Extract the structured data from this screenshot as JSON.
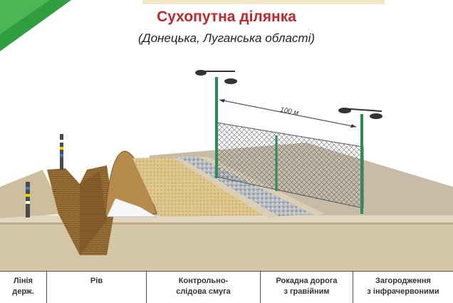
{
  "header": {
    "title": "Сухопутна ділянка",
    "subtitle": "(Донецька, Луганська області)"
  },
  "diagram": {
    "distance_label": "100 м"
  },
  "legend": [
    {
      "id": "state-line",
      "lines": [
        "Лінія",
        "держ."
      ]
    },
    {
      "id": "ditch",
      "lines": [
        "Рів"
      ]
    },
    {
      "id": "control-strip",
      "lines": [
        "Контрольно-",
        "слідова смуга"
      ]
    },
    {
      "id": "patrol-road",
      "lines": [
        "Рокадна дорога",
        "з гравійним"
      ]
    },
    {
      "id": "fence",
      "lines": [
        "Загородження",
        "з інфрачервоними"
      ]
    }
  ],
  "colors": {
    "title": "#c0272d",
    "accent_corner": "#2e9e3e",
    "ground": "#d9cfb8",
    "ground_face": "#cfc3a5",
    "grass": "#c9bcaa",
    "ditch": "#a07840",
    "post": "#2e8b57"
  }
}
